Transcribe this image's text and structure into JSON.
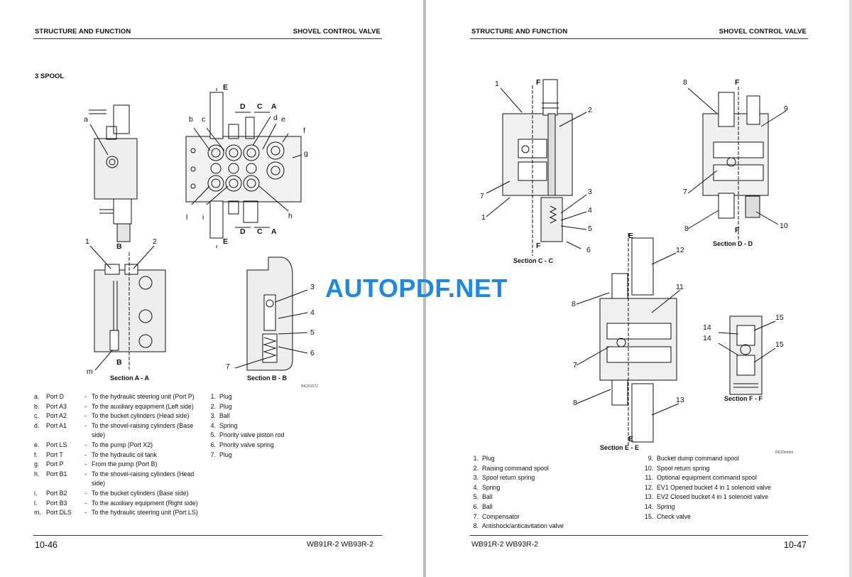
{
  "watermark": "AUTOPDF.NET",
  "left_page": {
    "header_left": "STRUCTURE AND FUNCTION",
    "header_right": "SHOVEL CONTROL VALVE",
    "section_heading": "3 SPOOL",
    "figure_code": "RKZ01072",
    "captions": {
      "section_a": "Section A - A",
      "section_b": "Section B - B"
    },
    "top_callouts": [
      "a",
      "b",
      "c",
      "D",
      "C",
      "A",
      "E",
      "d",
      "e",
      "f",
      "g",
      "l",
      "i",
      "h"
    ],
    "bottom_callouts": [
      "E",
      "D",
      "C",
      "A",
      "1",
      "2",
      "B",
      "B",
      "m",
      "3",
      "4",
      "5",
      "6",
      "7"
    ],
    "ports": [
      {
        "key": "a.",
        "port": "Port D",
        "desc": "To the hydraulic steering unit (Port P)"
      },
      {
        "key": "b.",
        "port": "Port A3",
        "desc": "To the auxiliary equipment (Left side)"
      },
      {
        "key": "c.",
        "port": "Port A2",
        "desc": "To the bucket cylinders (Head side)"
      },
      {
        "key": "d.",
        "port": "Port A1",
        "desc": "To the shovel-raising cylinders (Base side)"
      },
      {
        "key": "e.",
        "port": "Port LS",
        "desc": "To the pump (Port X2)"
      },
      {
        "key": "f.",
        "port": "Port T",
        "desc": "To the hydraulic oil tank"
      },
      {
        "key": "g.",
        "port": "Port P",
        "desc": "From the pump (Port B)"
      },
      {
        "key": "h.",
        "port": "Port B1",
        "desc": "To the shovel-raising cylinders (Head side)"
      },
      {
        "key": "i.",
        "port": "Port B2",
        "desc": "To the bucket cylinders (Base side)"
      },
      {
        "key": "l.",
        "port": "Port B3",
        "desc": "To the auxiliary equipment (Right side)"
      },
      {
        "key": "m.",
        "port": "Port DLS",
        "desc": "To the hydraulic steering unit (Port LS)"
      }
    ],
    "parts": [
      {
        "n": "1.",
        "t": "Plug"
      },
      {
        "n": "2.",
        "t": "Plug"
      },
      {
        "n": "3.",
        "t": "Ball"
      },
      {
        "n": "4.",
        "t": "Spring"
      },
      {
        "n": "5.",
        "t": "Priority valve piston rod"
      },
      {
        "n": "6.",
        "t": "Priority valve spring"
      },
      {
        "n": "7.",
        "t": "Plug"
      }
    ],
    "page_number": "10-46",
    "model": "WB91R-2  WB93R-2"
  },
  "right_page": {
    "header_left": "STRUCTURE AND FUNCTION",
    "header_right": "SHOVEL CONTROL VALVE",
    "figure_code": "RKZ0mmm",
    "captions": {
      "section_c": "Section C - C",
      "section_d": "Section D - D",
      "section_e": "Section E - E",
      "section_f": "Section F - F"
    },
    "callouts": [
      "1",
      "F",
      "2",
      "7",
      "1",
      "3",
      "4",
      "5",
      "F",
      "6",
      "8",
      "F",
      "9",
      "7",
      "8",
      "F",
      "10",
      "E",
      "12",
      "11",
      "8",
      "7",
      "8",
      "13",
      "E",
      "14",
      "15",
      "14",
      "15"
    ],
    "parts_left": [
      {
        "n": "1.",
        "t": "Plug"
      },
      {
        "n": "2.",
        "t": "Raising command spool"
      },
      {
        "n": "3.",
        "t": "Spool return spring"
      },
      {
        "n": "4.",
        "t": "Spring"
      },
      {
        "n": "5.",
        "t": "Ball"
      },
      {
        "n": "6.",
        "t": "Ball"
      },
      {
        "n": "7.",
        "t": "Compensator"
      },
      {
        "n": "8.",
        "t": "Antishock/anticavitation valve"
      }
    ],
    "parts_right": [
      {
        "n": "9.",
        "t": "Bucket dump command spool"
      },
      {
        "n": "10.",
        "t": "Spool return spring"
      },
      {
        "n": "11.",
        "t": "Optional equipment command spool"
      },
      {
        "n": "12.",
        "t": "EV1 Opened bucket 4 in 1 solenoid valve"
      },
      {
        "n": "13.",
        "t": "EV2 Closed bucket 4 in 1 solenoid valve"
      },
      {
        "n": "14.",
        "t": "Spring"
      },
      {
        "n": "15.",
        "t": "Check valve"
      }
    ],
    "page_number": "10-47",
    "model": "WB91R-2  WB93R-2"
  }
}
